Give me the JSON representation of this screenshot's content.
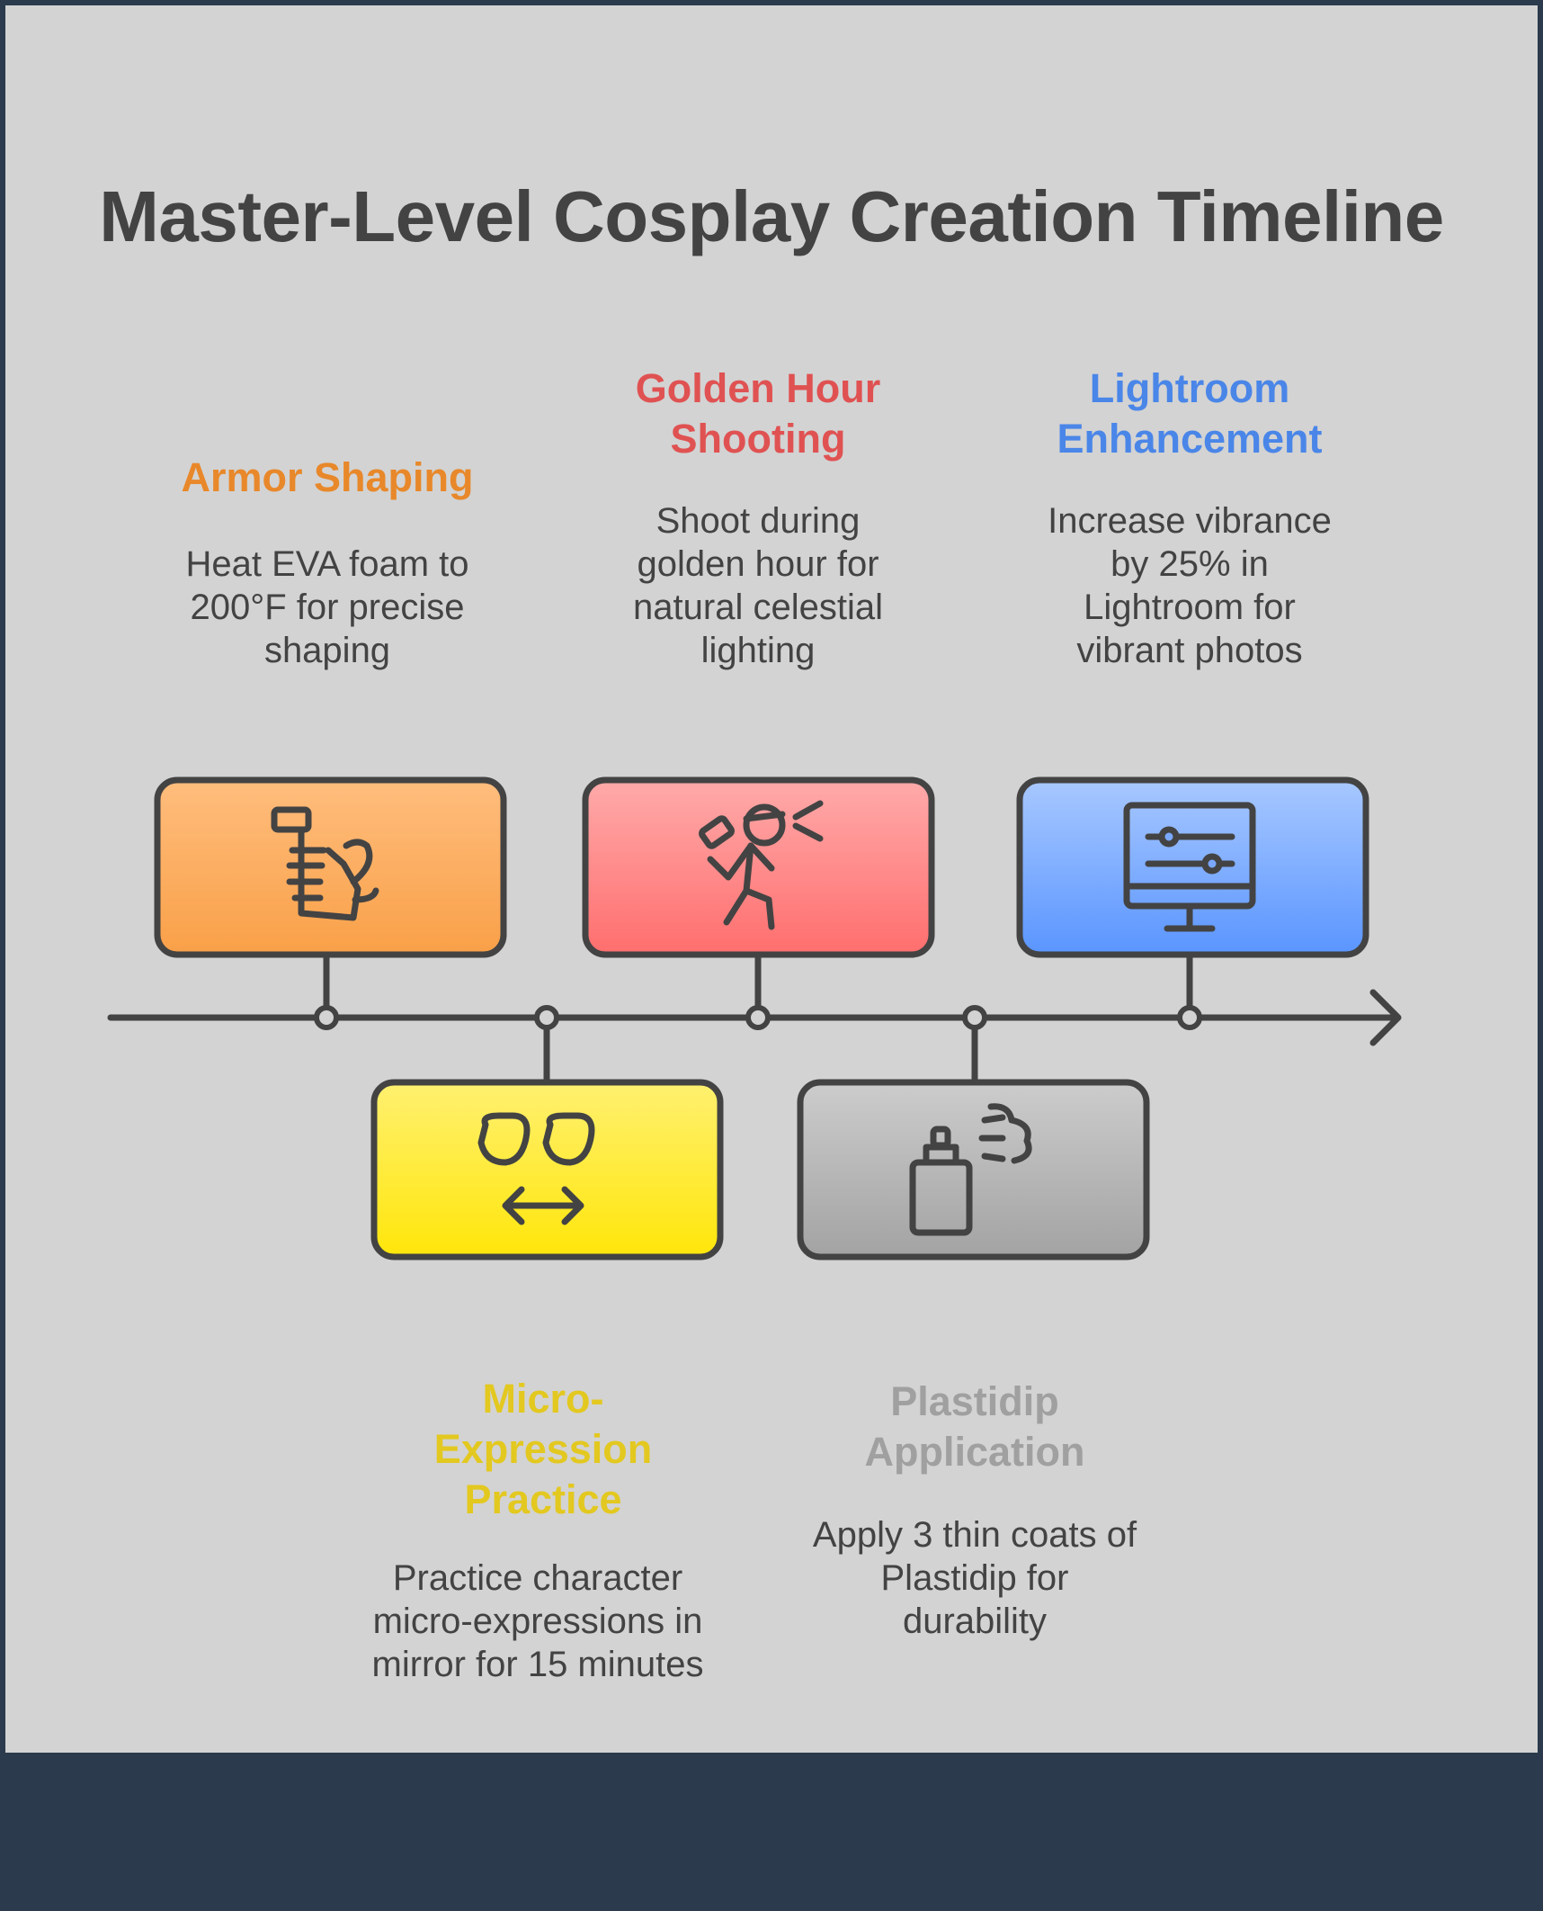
{
  "title": "Master-Level Cosplay Creation Timeline",
  "colors": {
    "line": "#434343",
    "orange": "#f28c28",
    "red": "#e05252",
    "blue": "#4a86e8",
    "yellow": "#e3c820",
    "gray": "#a0a0a0"
  },
  "steps": [
    {
      "heading": "Armor Shaping",
      "description": "Heat EVA foam to 200°F for precise shaping",
      "icon": "heat-gun-icon",
      "color": "#f28c28"
    },
    {
      "heading": "Micro-Expression Practice",
      "description": "Practice character micro-expressions in mirror for 15 minutes",
      "icon": "eyes-arrow-icon",
      "color": "#e3c820"
    },
    {
      "heading": "Golden Hour Shooting",
      "description": "Shoot during golden hour for natural celestial lighting",
      "icon": "photographer-icon",
      "color": "#e05252"
    },
    {
      "heading": "Plastidip Application",
      "description": "Apply 3 thin coats of Plastidip for durability",
      "icon": "spray-can-icon",
      "color": "#a0a0a0"
    },
    {
      "heading": "Lightroom Enhancement",
      "description": "Increase vibrance by 25% in Lightroom for vibrant photos",
      "icon": "monitor-sliders-icon",
      "color": "#4a86e8"
    }
  ]
}
